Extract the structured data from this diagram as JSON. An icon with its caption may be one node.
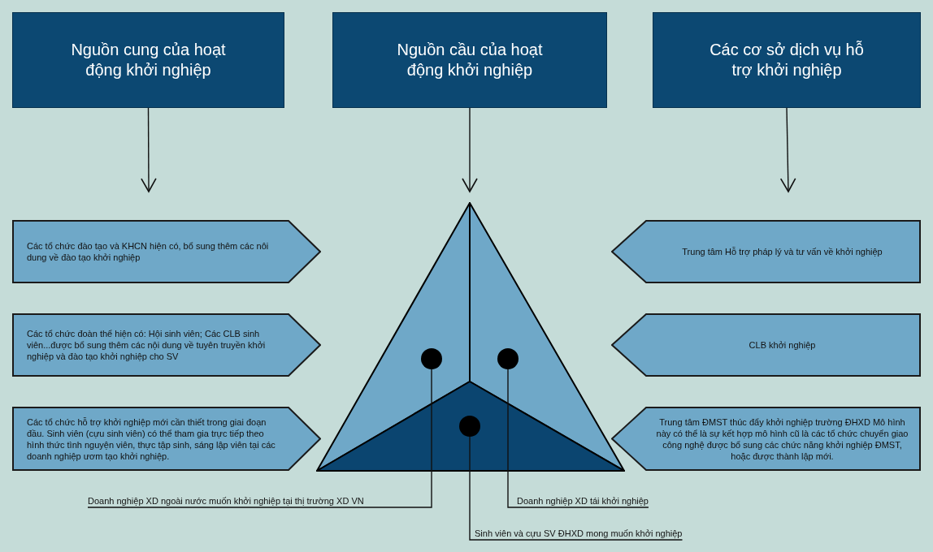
{
  "diagram": {
    "nodes": [
      {
        "text": [
          "Nguồn cung của hoạt động khởi nghiệp"
        ]
      },
      {
        "text": [
          "Nguồn cầu của hoạt động khởi nghiệp"
        ]
      },
      {
        "text": [
          "Các cơ sở dịch vụ hỗ trợ khởi nghiệp"
        ]
      },
      {
        "text": [
          "Các tổ chức đào tạo và KHCN hiện có, bổ sung thêm các nôi dung về đào tạo khởi nghiệp"
        ]
      },
      {
        "text": [
          "Trung tâm Hỗ trợ pháp lý và tư vấn về khởi nghiệp"
        ]
      },
      {
        "text": [
          "Các tổ chức đoàn thể hiện có: Hội sinh viên; Các CLB sinh viên...được bổ sung thêm các nội dung về tuyên truyền khởi nghiệp và đào tạo khởi nghiệp cho SV"
        ]
      },
      {
        "text": [],
        "shape": "circle"
      },
      {
        "text": [],
        "shape": "circle"
      },
      {
        "text": [
          "CLB khởi nghiệp"
        ]
      },
      {
        "text": [
          "Các tổ chức hỗ trợ khởi nghiệp mới cần thiết trong giai đoạn đầu. Sinh viên (cựu sinh viên) có thể tham gia trực tiếp theo hình thức tình nguyện viên, thực tập sinh, sáng lập viên tại các doanh nghiệp ươm tạo khởi nghiệp."
        ]
      },
      {
        "text": [],
        "shape": "circle"
      },
      {
        "text": [
          "Trung tâm ĐMST thúc đẩy khởi nghiệp trường ĐHXD Mô hình này có thể là sự kết hợp mô hình cũ là các tổ chức chuyển giao công nghệ được bổ sung các chức năng khởi nghiệp ĐMST, hoặc được thành lập mới."
        ]
      },
      {
        "text": [
          "Doanh nghiệp XD ngoài nước muốn khởi nghiệp tại thị trường XD VN"
        ]
      },
      {
        "text": [
          "Doanh nghiệp XD tái khởi nghiệp"
        ]
      },
      {
        "text": [
          "Sinh viên và cựu SV ĐHXD mong muốn khởi nghiệp"
        ]
      }
    ],
    "edges": [
      {
        "from": 0,
        "to": null,
        "arrow": "to"
      },
      {
        "from": 1,
        "to": null,
        "arrow": "to"
      },
      {
        "from": 2,
        "to": null,
        "arrow": "to"
      },
      {
        "from": 12,
        "to": 6,
        "arrow": "none"
      },
      {
        "from": 13,
        "to": 7,
        "arrow": "none"
      },
      {
        "from": 14,
        "to": 10,
        "arrow": "none"
      }
    ]
  }
}
